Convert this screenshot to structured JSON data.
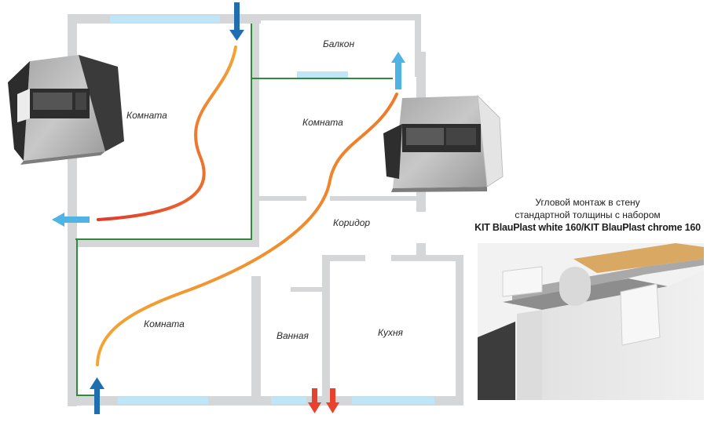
{
  "rooms": {
    "room_left_upper": "Комната",
    "balcony": "Балкон",
    "room_center": "Комната",
    "corridor": "Коридор",
    "room_left_lower": "Комната",
    "bathroom": "Ванная",
    "kitchen": "Кухня"
  },
  "caption": {
    "line1": "Угловой монтаж в стену",
    "line2": "стандартной толщины с набором",
    "line3": "KIT BlauPlast white 160/KIT BlauPlast chrome 160"
  },
  "colors": {
    "wall": "#d4d6d8",
    "window": "#bfe6f7",
    "duct_green": "#2e8b3a",
    "arrow_blue_dark": "#1f6fb0",
    "arrow_blue_light": "#4fb3e3",
    "arrow_red": "#e8412e",
    "flow_warm": "#f29a2e",
    "flow_hot": "#e23a2a"
  }
}
